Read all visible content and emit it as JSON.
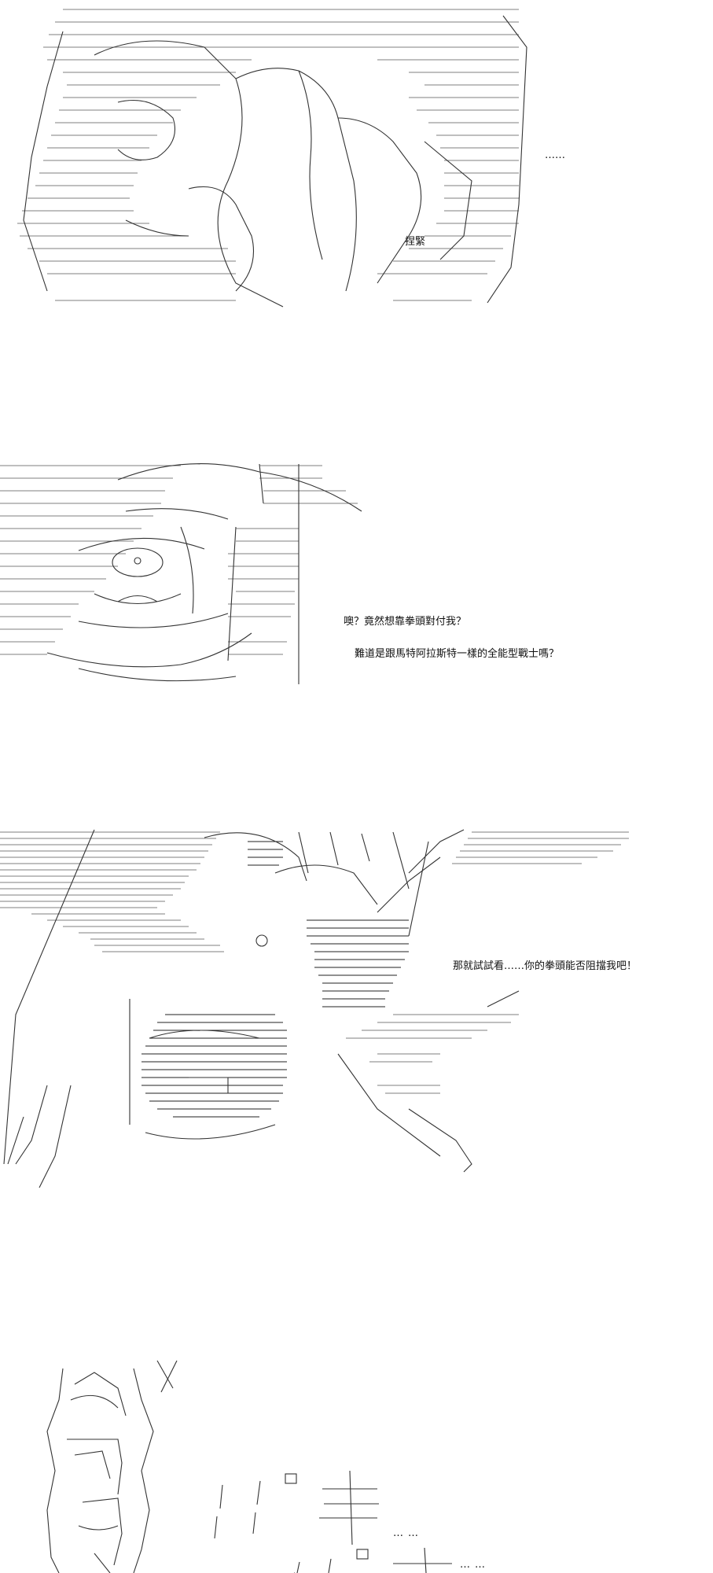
{
  "panels": [
    {
      "id": "panel-1",
      "lines": [
        {
          "text": "……"
        },
        {
          "text": "捏緊"
        }
      ]
    },
    {
      "id": "panel-2",
      "lines": [
        {
          "text": "噢？竟然想靠拳頭對付我？"
        },
        {
          "text": "難道是跟馬特阿拉斯特一樣的全能型戰士嗎？"
        }
      ]
    },
    {
      "id": "panel-3",
      "lines": [
        {
          "text": "那就試試看……你的拳頭能否阻擋我吧！"
        }
      ]
    },
    {
      "id": "panel-4",
      "lines": [
        {
          "text": "……"
        },
        {
          "text": "……"
        }
      ]
    }
  ]
}
